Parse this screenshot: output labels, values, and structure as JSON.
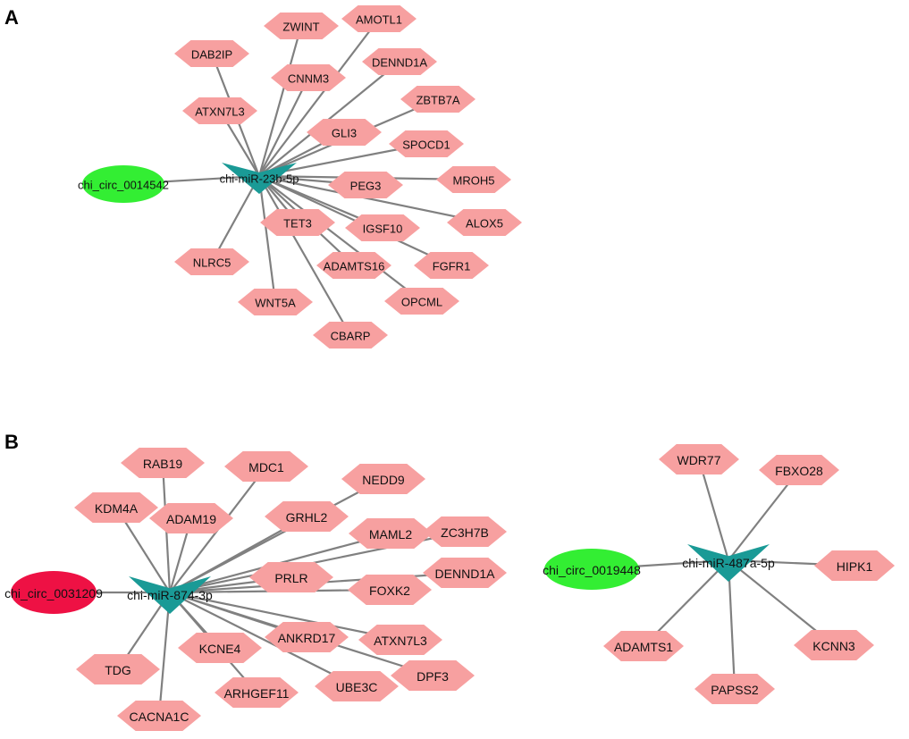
{
  "colors": {
    "target": "#f7a0a0",
    "mirna": "#1a9a96",
    "circ_green": "#33ee33",
    "circ_red": "#ee1144",
    "edge": "#808080"
  },
  "panels": [
    {
      "label": "A",
      "mirna": "chi-miR-23b-5p",
      "circrnas": [
        {
          "name": "chi_circ_0014542",
          "color": "green"
        }
      ],
      "targets": [
        "ZWINT",
        "AMOTL1",
        "DAB2IP",
        "CNNM3",
        "DENND1A",
        "ATXN7L3",
        "ZBTB7A",
        "GLI3",
        "SPOCD1",
        "MROH5",
        "PEG3",
        "ALOX5",
        "TET3",
        "IGSF10",
        "NLRC5",
        "FGFR1",
        "ADAMTS16",
        "OPCML",
        "WNT5A",
        "CBARP"
      ]
    },
    {
      "label": "B",
      "mirna": "chi-miR-874-3p",
      "circrnas": [
        {
          "name": "chi_circ_0031209",
          "color": "red"
        }
      ],
      "targets": [
        "RAB19",
        "MDC1",
        "KDM4A",
        "ADAM19",
        "NEDD9",
        "GRHL2",
        "MAML2",
        "ZC3H7B",
        "PRLR",
        "FOXK2",
        "DENND1A",
        "ANKRD17",
        "ATXN7L3",
        "KCNE4",
        "TDG",
        "UBE3C",
        "DPF3",
        "ARHGEF11",
        "CACNA1C"
      ]
    },
    {
      "label": "",
      "mirna": "chi-miR-487a-5p",
      "circrnas": [
        {
          "name": "chi_circ_0019448",
          "color": "green"
        }
      ],
      "targets": [
        "WDR77",
        "FBXO28",
        "HIPK1",
        "ADAMTS1",
        "KCNN3",
        "PAPSS2"
      ]
    }
  ]
}
